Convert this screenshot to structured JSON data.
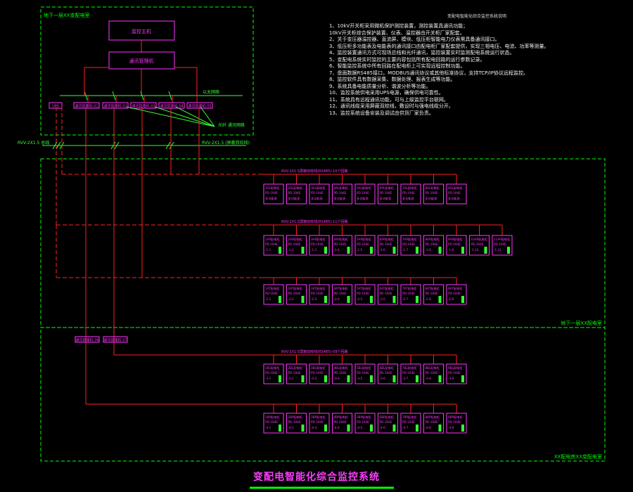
{
  "colors": {
    "background": "#000000",
    "boundary": "#00ff00",
    "bus": "#ff2020",
    "equipment": "#ff33ff",
    "comm": "#33ff33",
    "title_underline": "#00ff00"
  },
  "title": "变配电智能化综合监控系统",
  "regions": {
    "control_room": "地下一层XX变配电室",
    "basement_upper": "地下一层XX配电室",
    "basement_lower": "XX配电房XX变配电室"
  },
  "control_room": {
    "top_box": "监控主机",
    "second_box": "通讯管理机",
    "network_label": "以太网络",
    "comm_label": "光纤 通讯网络",
    "devices": [
      "UPS",
      "通讯管理机-01",
      "通讯管理机-02",
      "通讯管理机-03",
      "通讯管理机-04",
      "通讯管理机-05"
    ],
    "backbone_left": "RVV-2X1.5 总线",
    "backbone_right": "RVV-2X1.5 (屏蔽双绞线)"
  },
  "lower_gateways": [
    "通讯管理机-06",
    "通讯管理机-07"
  ],
  "bus_labels": [
    "RVV-2X1.5屏蔽双绞线(RS485)-10个回路",
    "RVV-2X1.5屏蔽双绞线(RS485)-11个回路",
    "RVV-2X1.5屏蔽双绞线(RS485)-09个回路"
  ],
  "meter_rows": [
    {
      "units": [
        {
          "name": "1AL配电柜",
          "model": "PD-194E",
          "detail": "多功能表"
        },
        {
          "name": "2AL配电柜",
          "model": "PD-194E",
          "detail": "多功能表"
        },
        {
          "name": "3AL配电柜",
          "model": "PD-194E",
          "detail": "多功能表"
        },
        {
          "name": "4AL配电柜",
          "model": "PD-194E",
          "detail": "多功能表"
        },
        {
          "name": "5AL配电柜",
          "model": "PD-194E",
          "detail": "多功能表"
        },
        {
          "name": "6AL配电柜",
          "model": "PD-194E",
          "detail": "多功能表"
        },
        {
          "name": "7AL配电柜",
          "model": "PD-194E",
          "detail": "多功能表"
        },
        {
          "name": "8AL配电柜",
          "model": "PD-194E",
          "detail": "多功能表"
        },
        {
          "name": "9AL配电柜",
          "model": "PD-194E",
          "detail": "多功能表"
        }
      ]
    },
    {
      "units": [
        {
          "name": "1AP配电柜",
          "model": "PD-194E",
          "detail": "-1-1"
        },
        {
          "name": "2AP配电柜",
          "model": "PD-194E",
          "detail": "-1-2"
        },
        {
          "name": "3AP配电柜",
          "model": "PD-194E",
          "detail": "-1-3"
        },
        {
          "name": "4AP配电柜",
          "model": "PD-194E",
          "detail": "-1-4"
        },
        {
          "name": "5AP配电柜",
          "model": "PD-194E",
          "detail": "-1-5"
        },
        {
          "name": "6AP配电柜",
          "model": "PD-194E",
          "detail": "-1-6"
        },
        {
          "name": "7AP配电柜",
          "model": "PD-194E",
          "detail": "-1-7"
        },
        {
          "name": "8AP配电柜",
          "model": "PD-194E",
          "detail": "-1-8"
        },
        {
          "name": "9AP配电柜",
          "model": "PD-194E",
          "detail": "-1-9"
        },
        {
          "name": "10AP配电柜",
          "model": "PD-194E",
          "detail": "-1-10"
        },
        {
          "name": "11AP配电柜",
          "model": "PD-194E",
          "detail": "-1-11"
        }
      ]
    },
    {
      "units": [
        {
          "name": "1AT配电柜",
          "model": "PD-194E",
          "detail": "-2-1"
        },
        {
          "name": "2AT配电柜",
          "model": "PD-194E",
          "detail": "-2-2"
        },
        {
          "name": "3AT配电柜",
          "model": "PD-194E",
          "detail": "-2-3"
        },
        {
          "name": "4AT配电柜",
          "model": "PD-194E",
          "detail": "-2-4"
        },
        {
          "name": "5AT配电柜",
          "model": "PD-194E",
          "detail": "-2-5"
        },
        {
          "name": "6AT配电柜",
          "model": "PD-194E",
          "detail": "-2-6"
        },
        {
          "name": "7AT配电柜",
          "model": "PD-194E",
          "detail": "-2-7"
        },
        {
          "name": "8AT配电柜",
          "model": "PD-194E",
          "detail": "-2-8"
        },
        {
          "name": "9AT配电柜",
          "model": "PD-194E",
          "detail": "-2-9"
        }
      ]
    },
    {
      "units": [
        {
          "name": "1BL配电柜",
          "model": "PD-194E",
          "detail": "-3-1"
        },
        {
          "name": "2BL配电柜",
          "model": "PD-194E",
          "detail": "-3-2"
        },
        {
          "name": "3BL配电柜",
          "model": "PD-194E",
          "detail": "-3-3"
        },
        {
          "name": "4BL配电柜",
          "model": "PD-194E",
          "detail": "-3-4"
        },
        {
          "name": "5BL配电柜",
          "model": "PD-194E",
          "detail": "-3-5"
        },
        {
          "name": "6BL配电柜",
          "model": "PD-194E",
          "detail": "-3-6"
        },
        {
          "name": "7BL配电柜",
          "model": "PD-194E",
          "detail": "-3-7"
        },
        {
          "name": "8BL配电柜",
          "model": "PD-194E",
          "detail": "-3-8"
        },
        {
          "name": "9BL配电柜",
          "model": "PD-194E",
          "detail": "-3-9"
        }
      ]
    },
    {
      "units": [
        {
          "name": "1BP配电柜",
          "model": "PD-194E",
          "detail": "-4-1"
        },
        {
          "name": "2BP配电柜",
          "model": "PD-194E",
          "detail": "-4-2"
        },
        {
          "name": "3BP配电柜",
          "model": "PD-194E",
          "detail": "-4-3"
        },
        {
          "name": "4BP配电柜",
          "model": "PD-194E",
          "detail": "-4-4"
        },
        {
          "name": "5BP配电柜",
          "model": "PD-194E",
          "detail": "-4-5"
        },
        {
          "name": "6BP配电柜",
          "model": "PD-194E",
          "detail": "-4-6"
        },
        {
          "name": "7BP配电柜",
          "model": "PD-194E",
          "detail": "-4-7"
        },
        {
          "name": "8BP配电柜",
          "model": "PD-194E",
          "detail": "-4-8"
        },
        {
          "name": "9BP配电柜",
          "model": "PD-194E",
          "detail": "-4-9"
        }
      ]
    }
  ],
  "notes": {
    "title": "变配电智能化综合监控系统说明",
    "lines": [
      "1、10kV开关柜采用微机保护测控装置，测控装置具通讯功能；",
      "    10kV开关柜综合保护装置、仪表、温控器由开关柜厂家配套。",
      "2、关于变压器温控器、直流屏、模块、低压柜智能电力仪表需具备通讯接口。",
      "3、低压柜多功能表及电能表的通讯接口由配电柜厂家配套提供，实现三相电压、电流、功率等测量。",
      "4、监控装置通讯方式可现场总线和光纤通讯，监控装置实时监测配电系统运行状态。",
      "5、变配电系统实时监控的主要内容包括所有配电回路的运行参数记录。",
      "6、智能监控系统中所有回路在配电柜上可实现远程控制功能。",
      "7、盘面数据RS485接口，MODBUS通讯协议或其他标准协议，支持TCP/IP协议远程监控。",
      "8、监控软件具有数据采集、数据处理、报表生成等功能。",
      "9、系统具备电能质量分析、谐波分析等功能。",
      "10、监控系统供电采用UPS电源，确保供电可靠性。",
      "11、系统具有远程通讯功能，可与上级监控平台联网。",
      "12、通讯线缆采用屏蔽双绞线，敷设时与强电线缆分开。",
      "13、监控系统设备安装及调试由供货厂家负责。"
    ]
  }
}
